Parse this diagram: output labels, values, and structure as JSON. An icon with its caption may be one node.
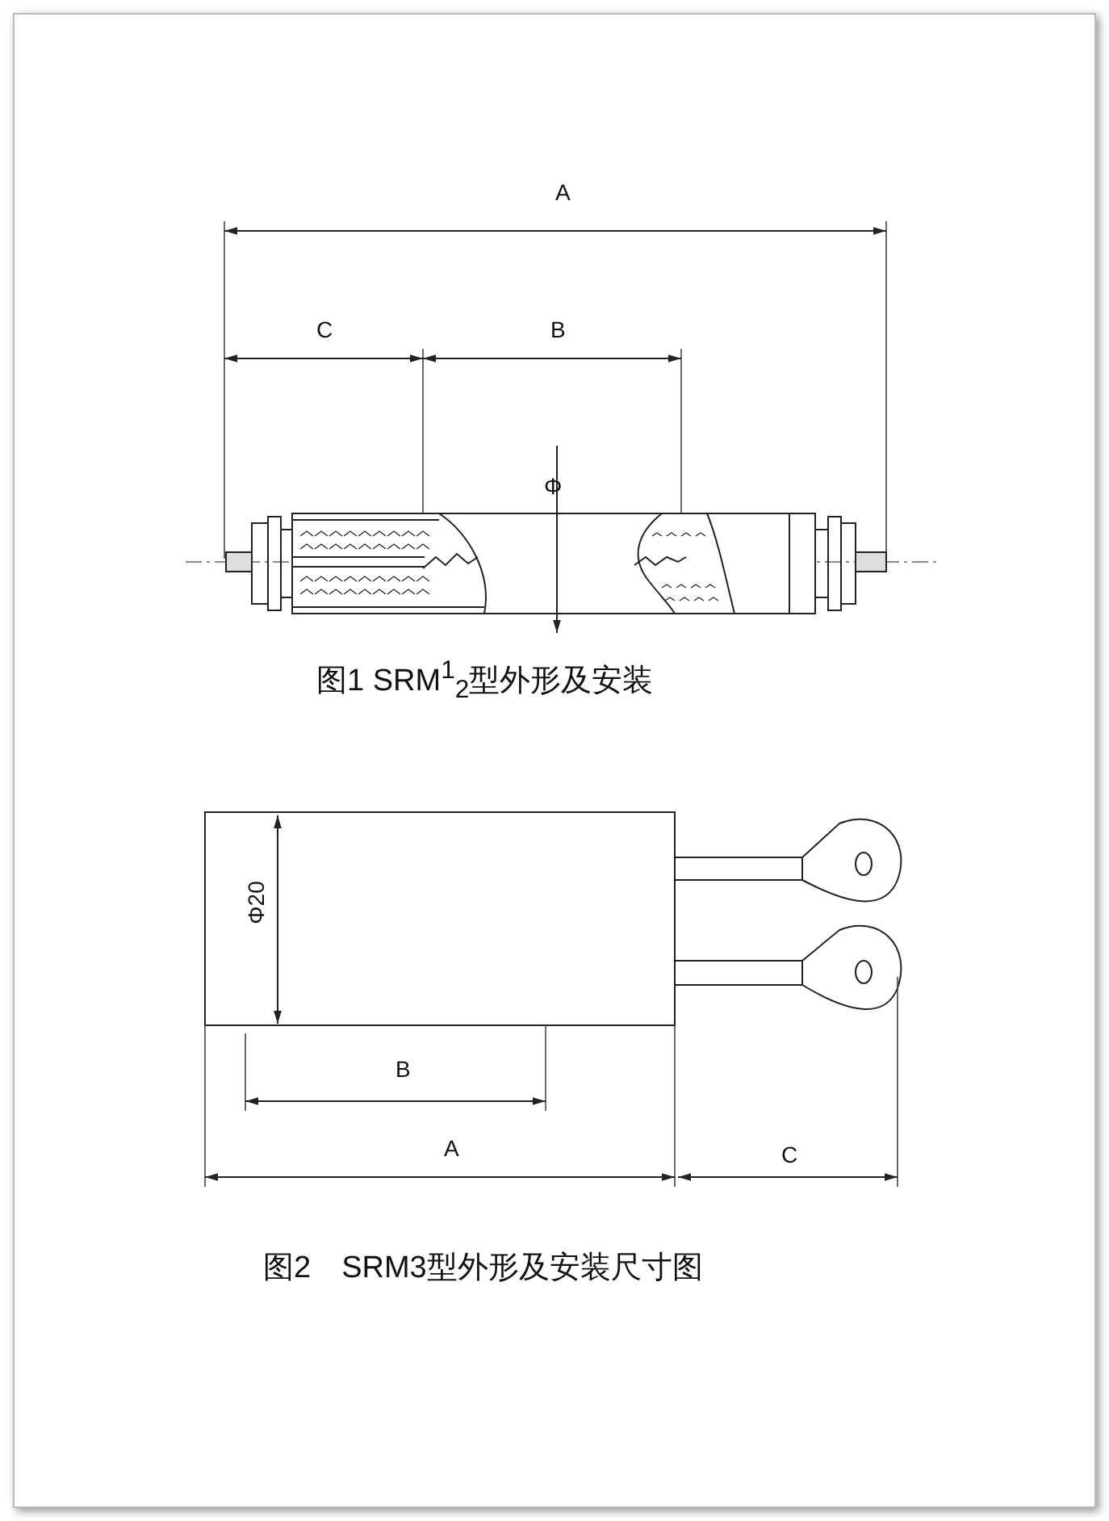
{
  "diagram": {
    "labels": [
      "A",
      "C",
      "B",
      "Φ",
      "图1 SRM$^{1}$$_{2}$型外形及安装",
      "Φ20",
      "B",
      "A",
      "C",
      "图2　SRM3型外形及安装尺寸图"
    ]
  }
}
